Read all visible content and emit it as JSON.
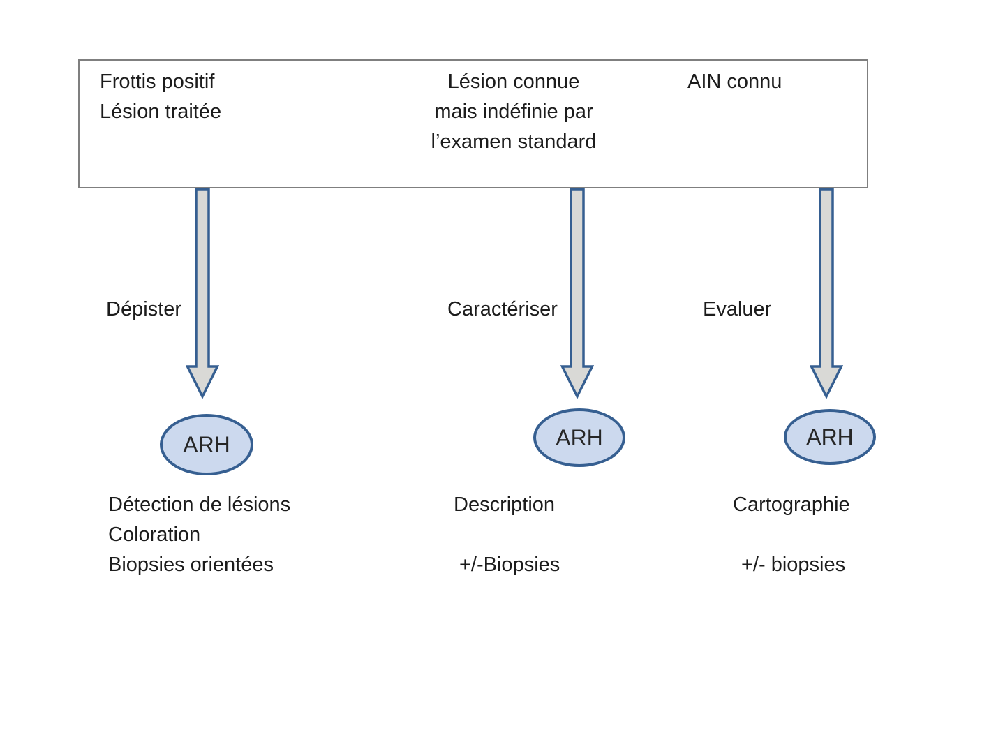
{
  "diagram": {
    "top_box": {
      "left_lines": [
        "Frottis positif",
        "Lésion traitée"
      ],
      "center_lines": [
        "Lésion connue",
        "mais indéfinie par",
        "l’examen standard"
      ],
      "right_lines": [
        "AIN connu"
      ]
    },
    "columns": [
      {
        "action": "Dépister",
        "node": "ARH",
        "outputs": [
          "Détection de lésions",
          "Coloration",
          "Biopsies orientées"
        ]
      },
      {
        "action": "Caractériser",
        "node": "ARH",
        "outputs": [
          "Description",
          "+/-Biopsies"
        ]
      },
      {
        "action": "Evaluer",
        "node": "ARH",
        "outputs": [
          "Cartographie",
          "+/- biopsies"
        ]
      }
    ],
    "colors": {
      "arrow_border": "#365f91",
      "arrow_fill": "#d9d9d6",
      "ellipse_border": "#365f91",
      "ellipse_fill": "#ccd9ee",
      "box_border": "#7f7f7f",
      "text": "#1c1c1c"
    }
  }
}
